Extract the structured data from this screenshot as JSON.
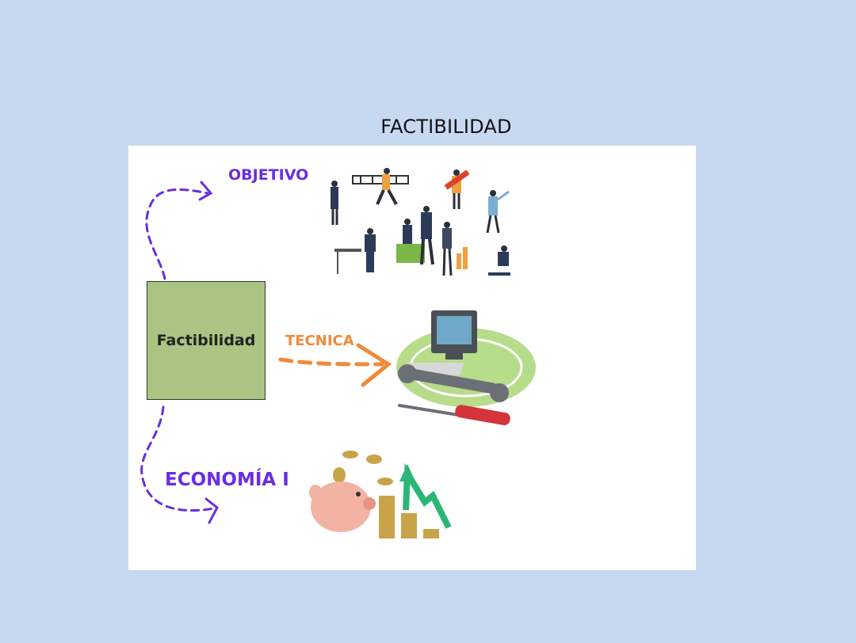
{
  "title": "FACTIBILIDAD",
  "diagram": {
    "center": "Factibilidad",
    "branches": [
      {
        "label": "OBJETIVO",
        "color": "#6a2ee0",
        "illustration": "team-workers-illustration"
      },
      {
        "label": "TECNICA",
        "color": "#f08a3a",
        "illustration": "computer-tools-illustration"
      },
      {
        "label": "ECONOMÍA I",
        "color": "#6a2ee0",
        "illustration": "piggy-bank-coins-illustration"
      }
    ]
  },
  "colors": {
    "background": "#c7d9f1",
    "panel": "#ffffff",
    "center_box": "#a9c483"
  }
}
